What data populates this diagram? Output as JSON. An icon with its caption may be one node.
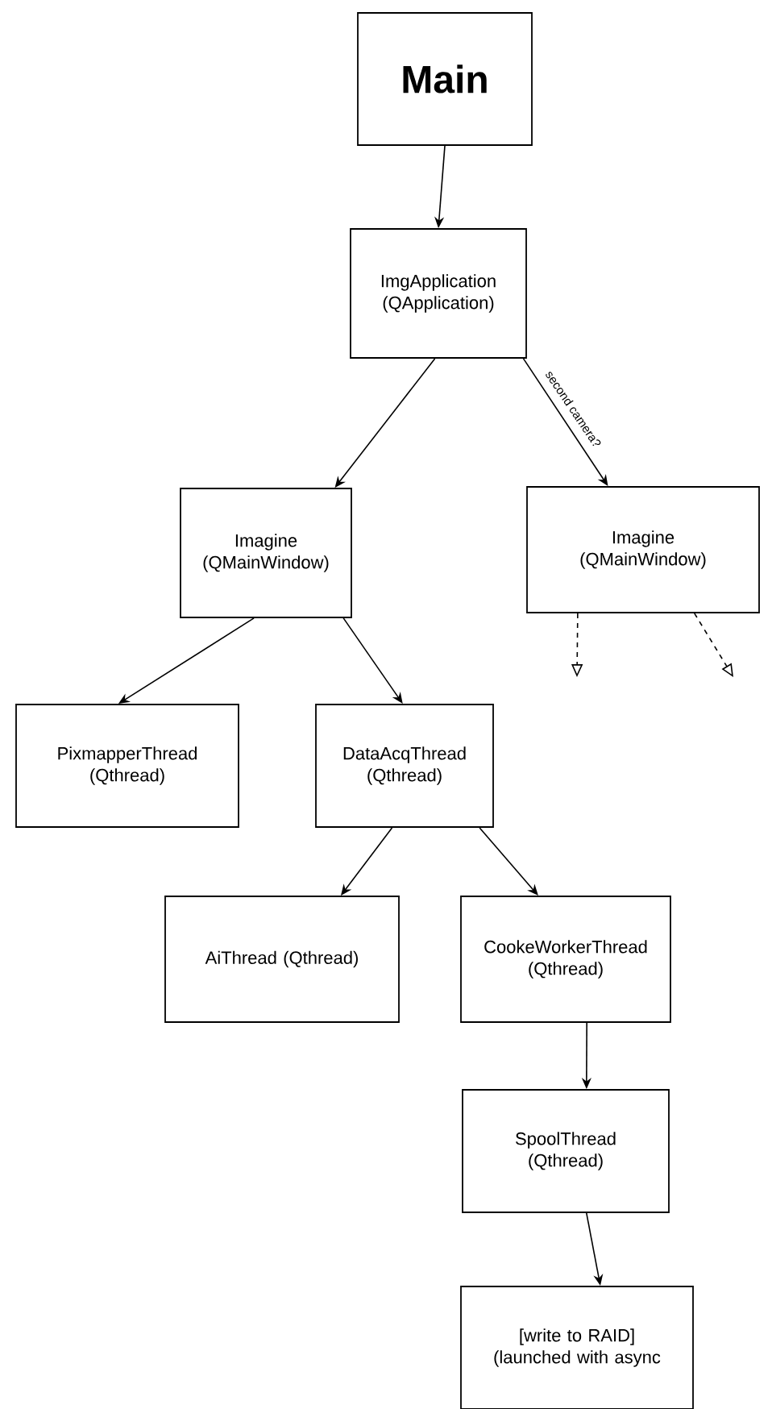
{
  "diagram": {
    "nodes": [
      {
        "text": [
          "Main"
        ]
      },
      {
        "text": [
          "ImgApplication (QApplication)"
        ]
      },
      {
        "text": [
          "Imagine (QMainWindow)"
        ]
      },
      {
        "text": [
          "Imagine (QMainWindow)"
        ]
      },
      {
        "text": [
          "PixmapperThread (Qthread)"
        ]
      },
      {
        "text": [
          "DataAcqThread (Qthread)"
        ]
      },
      {
        "text": [
          "AiThread (Qthread)"
        ]
      },
      {
        "text": [
          "CookeWorkerThread (Qthread)"
        ]
      },
      {
        "text": [
          "SpoolThread (Qthread)"
        ]
      },
      {
        "text": [
          "[write to RAID] (launched with async"
        ]
      }
    ],
    "edges": [
      {
        "from": 0,
        "to": 1,
        "arrow": "to"
      },
      {
        "from": 1,
        "to": 2,
        "arrow": "to"
      },
      {
        "from": 1,
        "to": 3,
        "arrow": "to",
        "label": "second camera?"
      },
      {
        "from": 2,
        "to": 4,
        "arrow": "to"
      },
      {
        "from": 2,
        "to": 5,
        "arrow": "to"
      },
      {
        "from": 5,
        "to": 6,
        "arrow": "to"
      },
      {
        "from": 5,
        "to": 7,
        "arrow": "to"
      },
      {
        "from": 7,
        "to": 8,
        "arrow": "to"
      },
      {
        "from": 8,
        "to": 9,
        "arrow": "to"
      },
      {
        "from": 3,
        "to": null,
        "arrow": "to",
        "style": "dashed"
      },
      {
        "from": 3,
        "to": null,
        "arrow": "to",
        "style": "dashed"
      }
    ]
  }
}
